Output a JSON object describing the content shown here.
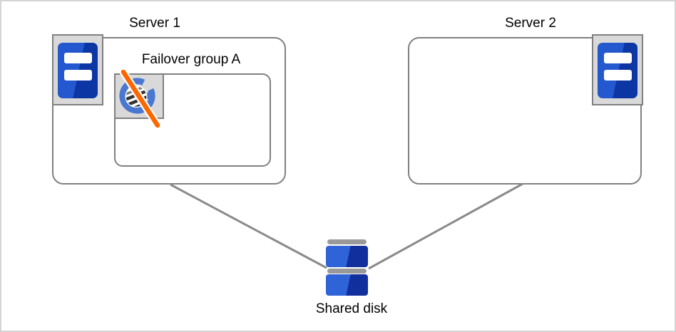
{
  "nodes": {
    "server1": {
      "label": "Server 1"
    },
    "server2": {
      "label": "Server 2"
    },
    "failover_group_a": {
      "label": "Failover group A"
    },
    "shared_disk": {
      "label": "Shared disk"
    }
  },
  "edges": [
    {
      "from": "server1",
      "to": "shared_disk"
    },
    {
      "from": "server2",
      "to": "shared_disk"
    }
  ],
  "icons": {
    "server1": "server-tower-icon",
    "server2": "server-tower-icon",
    "failover_group_a": "application-group-g-globe-icon-with-stop-slash",
    "shared_disk": "disk-stack-icon"
  },
  "colors": {
    "canvas_border": "#d4d4d4",
    "box_border": "#808080",
    "panel_fill": "#d9d9d9",
    "panel_border": "#808080",
    "server_blue": "#2458cf",
    "server_blue_dark": "#0c36a3",
    "bar_white": "#ffffff",
    "app_blue": "#4a78d0",
    "sphere_dark": "#333333",
    "slash_orange": "#ff6600",
    "slash_casing": "#ffffff",
    "disk_blue": "#2f63d8",
    "disk_blue_dark": "#122f9e",
    "disk_cap_gray": "#999999",
    "edge_gray": "#8a8a8a",
    "text_color": "#000000"
  }
}
